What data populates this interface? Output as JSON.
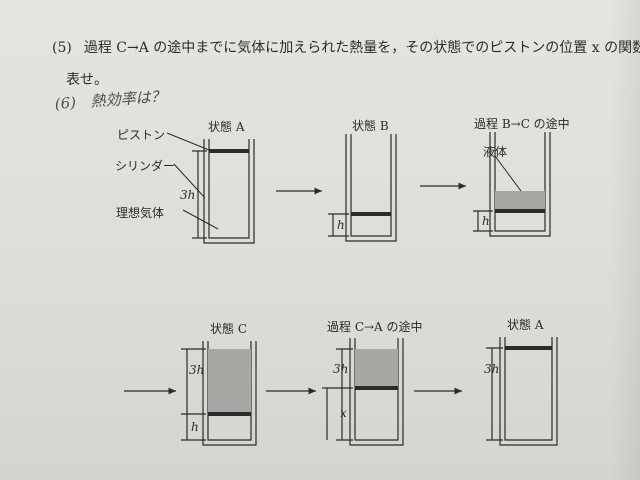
{
  "question5": {
    "number": "(5)",
    "text_line1": "過程 C→A の途中までに気体に加えられた熱量を，その状態でのピストンの位置 x の関数で",
    "text_line2": "表せ。"
  },
  "question6": {
    "number": "(6)",
    "handwriting": "熱効率は？"
  },
  "figure": {
    "top_row": {
      "state_a": {
        "title": "状態 A",
        "piston_label": "ピストン",
        "cylinder_label": "シリンダー",
        "gas_label": "理想気体",
        "height_label": "3h"
      },
      "state_b": {
        "title": "状態 B",
        "height_label": "h"
      },
      "process_bc": {
        "title": "過程 B→C の途中",
        "liquid_label": "液体",
        "height_label": "h"
      }
    },
    "bottom_row": {
      "state_c": {
        "title": "状態 C",
        "height_label_3h": "3h",
        "height_label_h": "h"
      },
      "process_ca": {
        "title": "過程 C→A の途中",
        "height_label_3h": "3h",
        "height_label_x": "x"
      },
      "state_a2": {
        "title": "状態 A",
        "height_label": "3h"
      }
    },
    "colors": {
      "ink": "#2b2b2b",
      "liquid": "#a9a7a4",
      "paper": "#e3e1dd"
    }
  }
}
